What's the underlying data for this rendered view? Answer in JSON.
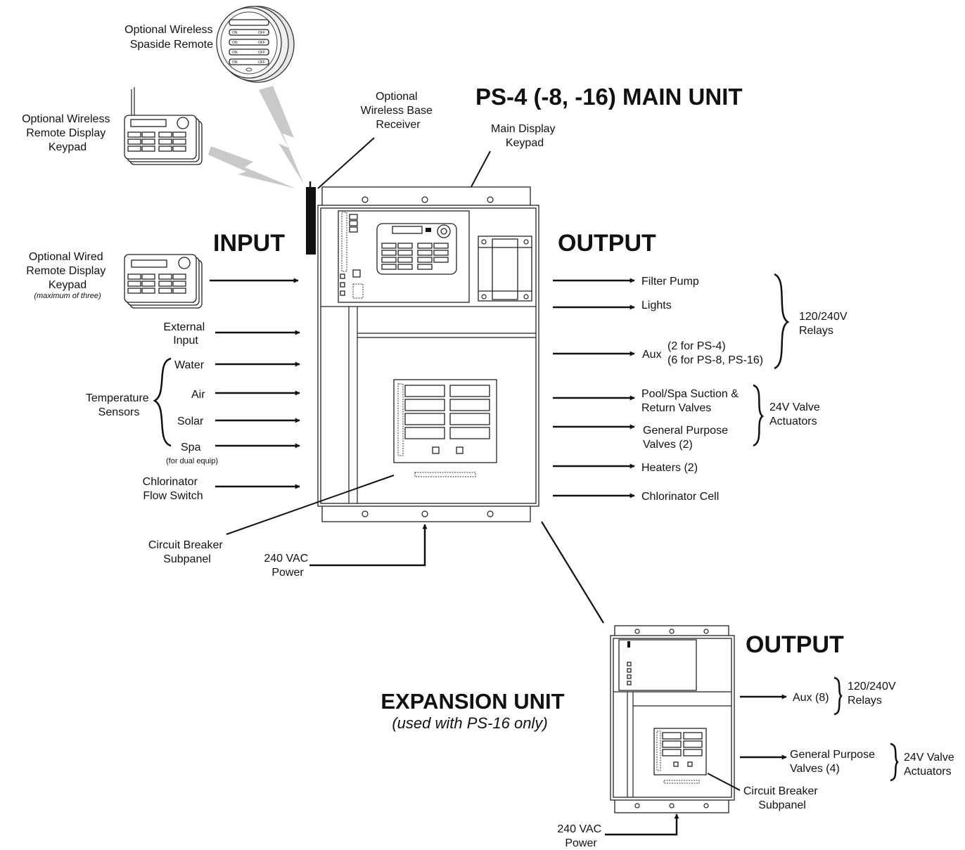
{
  "main_title": "PS-4 (-8, -16) MAIN UNIT",
  "input_heading": "INPUT",
  "output_heading": "OUTPUT",
  "expansion": {
    "title": "EXPANSION UNIT",
    "subtitle": "(used with PS-16 only)",
    "output_heading": "OUTPUT",
    "aux": "Aux (8)",
    "relays": [
      "120/240V",
      "Relays"
    ],
    "valves": [
      "General Purpose",
      "Valves (4)"
    ],
    "actuators": [
      "24V Valve",
      "Actuators"
    ],
    "breaker": [
      "Circuit Breaker",
      "Subpanel"
    ],
    "power": [
      "240 VAC",
      "Power"
    ]
  },
  "callouts": {
    "spaside_remote": [
      "Optional Wireless",
      "Spaside Remote"
    ],
    "wireless_keypad": [
      "Optional Wireless",
      "Remote Display",
      "Keypad"
    ],
    "base_receiver": [
      "Optional",
      "Wireless Base",
      "Receiver"
    ],
    "main_display": [
      "Main Display",
      "Keypad"
    ],
    "wired_keypad": [
      "Optional Wired",
      "Remote Display",
      "Keypad"
    ],
    "wired_keypad_note": "(maximum of three)",
    "breaker": [
      "Circuit Breaker",
      "Subpanel"
    ],
    "power": [
      "240 VAC",
      "Power"
    ]
  },
  "inputs": {
    "external": [
      "External",
      "Input"
    ],
    "temp_group": [
      "Temperature",
      "Sensors"
    ],
    "water": "Water",
    "air": "Air",
    "solar": "Solar",
    "spa": "Spa",
    "spa_note": "(for dual equip)",
    "chlorinator": [
      "Chlorinator",
      "Flow Switch"
    ]
  },
  "outputs": {
    "filter_pump": "Filter Pump",
    "lights": "Lights",
    "aux": "Aux",
    "aux_note": [
      "(2 for PS-4)",
      "(6 for PS-8, PS-16)"
    ],
    "relays": [
      "120/240V",
      "Relays"
    ],
    "suction": [
      "Pool/Spa Suction &",
      "Return Valves"
    ],
    "general": [
      "General Purpose",
      "Valves (2)"
    ],
    "actuators": [
      "24V Valve",
      "Actuators"
    ],
    "heaters": "Heaters (2)",
    "chlorinator_cell": "Chlorinator Cell"
  },
  "remote_buttons": [
    [
      "ON",
      "OFF"
    ],
    [
      "ON",
      "OFF"
    ],
    [
      "ON",
      "OFF"
    ],
    [
      "ON",
      "OFF"
    ]
  ]
}
